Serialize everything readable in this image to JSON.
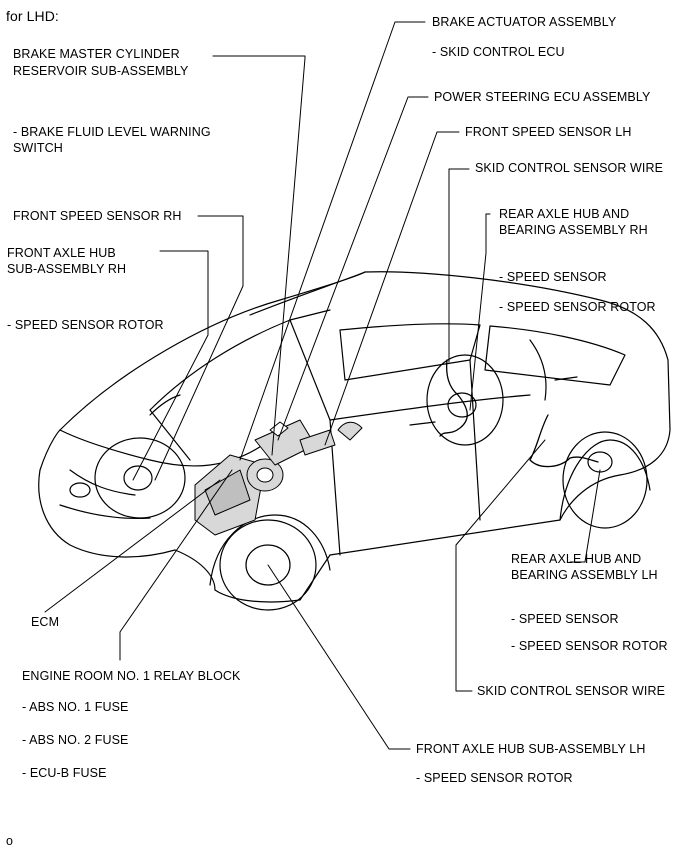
{
  "header": {
    "title": "for LHD:"
  },
  "labels": {
    "brake_master_l1": "BRAKE MASTER CYLINDER",
    "brake_master_l2": "RESERVOIR SUB-ASSEMBLY",
    "brake_fluid_l1": "- BRAKE FLUID LEVEL WARNING",
    "brake_fluid_l2": "SWITCH",
    "front_speed_rh": "FRONT SPEED SENSOR RH",
    "front_hub_rh_l1": "FRONT AXLE HUB",
    "front_hub_rh_l2": "SUB-ASSEMBLY RH",
    "front_hub_rh_rotor": "- SPEED SENSOR ROTOR",
    "ecm": "ECM",
    "relay_block": "ENGINE ROOM NO. 1 RELAY BLOCK",
    "abs1": "- ABS NO. 1 FUSE",
    "abs2": "- ABS NO. 2 FUSE",
    "ecub": "- ECU-B FUSE",
    "brake_actuator": "BRAKE ACTUATOR ASSEMBLY",
    "skid_ecu": "- SKID CONTROL ECU",
    "power_steering": "POWER STEERING ECU ASSEMBLY",
    "front_speed_lh": "FRONT SPEED SENSOR LH",
    "skid_wire_top": "SKID CONTROL SENSOR WIRE",
    "rear_rh_l1": "REAR AXLE HUB AND",
    "rear_rh_l2": "BEARING ASSEMBLY RH",
    "rear_rh_sensor": "- SPEED SENSOR",
    "rear_rh_rotor": "- SPEED SENSOR ROTOR",
    "rear_lh_l1": "REAR AXLE HUB AND",
    "rear_lh_l2": "BEARING ASSEMBLY LH",
    "rear_lh_sensor": "- SPEED SENSOR",
    "rear_lh_rotor": "- SPEED SENSOR ROTOR",
    "skid_wire_bottom": "SKID CONTROL SENSOR WIRE",
    "front_hub_lh": "FRONT AXLE HUB SUB-ASSEMBLY LH",
    "front_hub_lh_rotor": "- SPEED SENSOR ROTOR"
  },
  "footer": {
    "mark": "o"
  },
  "colors": {
    "ink": "#000000",
    "paper": "#ffffff",
    "component_fill": "#d8d8d8"
  }
}
